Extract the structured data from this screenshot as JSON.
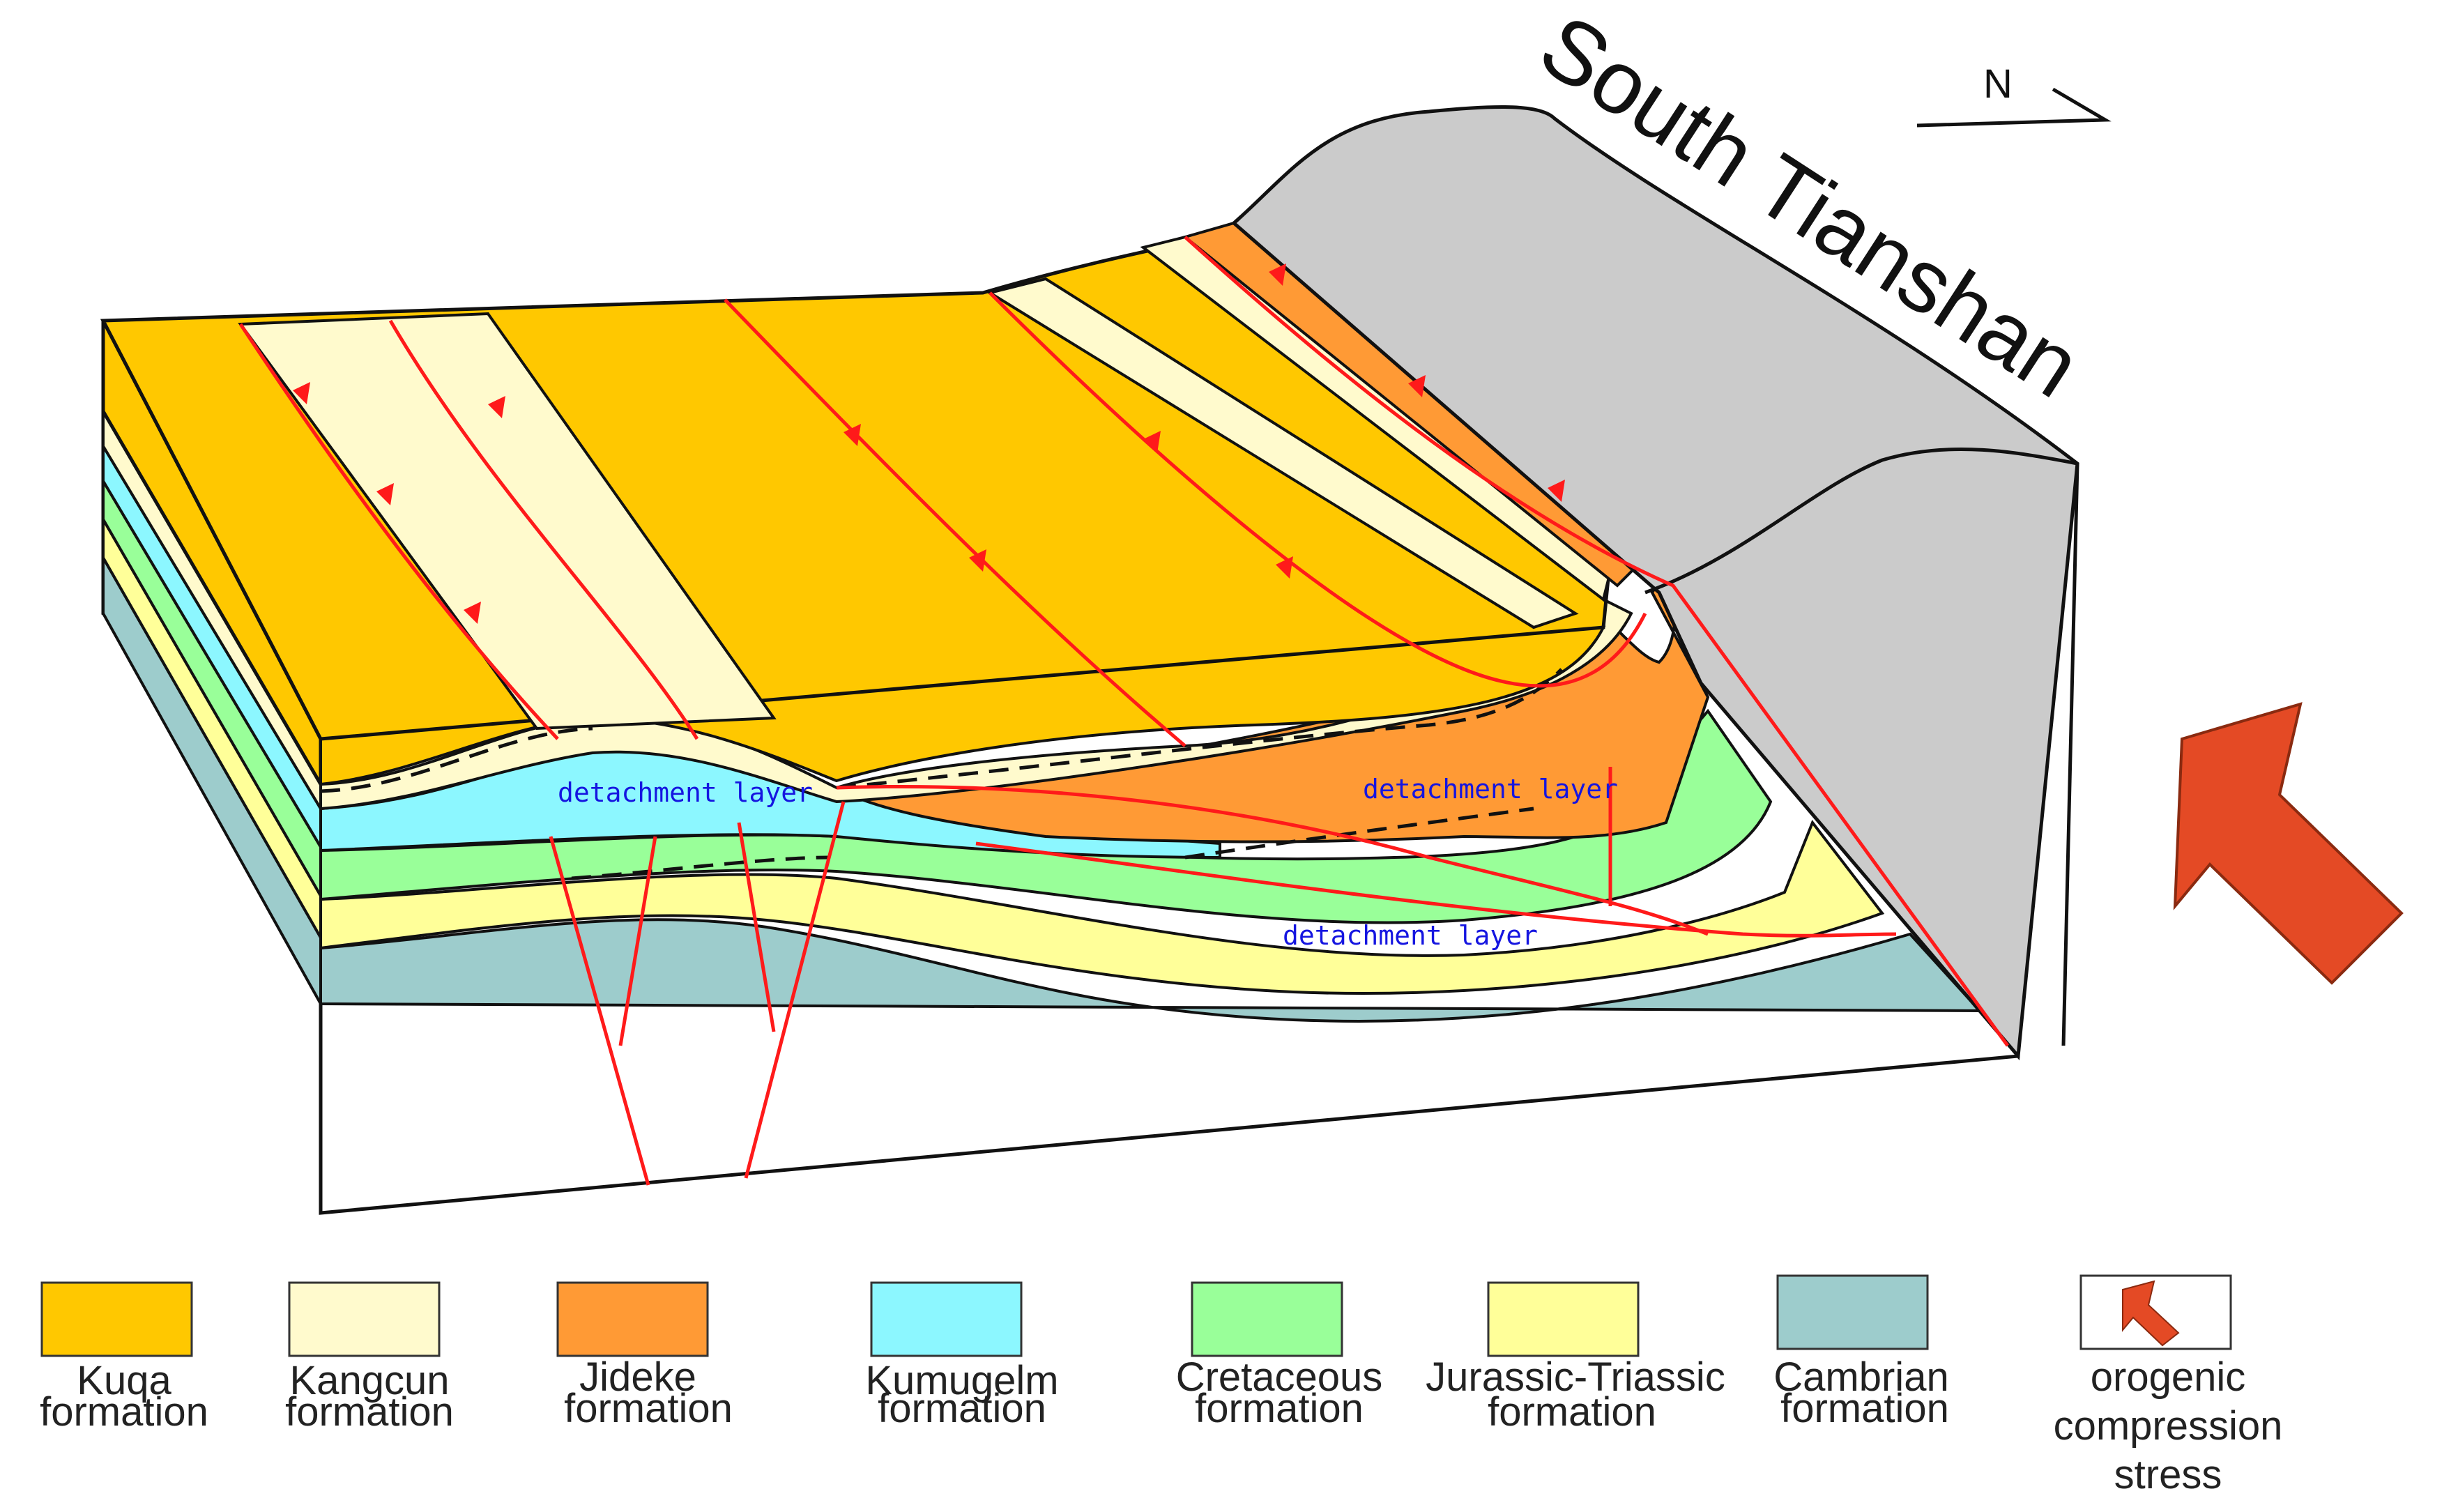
{
  "title": "South Tianshan",
  "north_label": "N",
  "annotations": {
    "detachment_1": "detachment layer",
    "detachment_2": "detachment layer",
    "detachment_3": "detachment layer"
  },
  "colors": {
    "kuqa": "#FFC800",
    "kangcun": "#FFFACD",
    "jideke": "#FF9A35",
    "kumugelm": "#8CF7FF",
    "cretaceous": "#99FF99",
    "jurassic_triassic": "#FFFF99",
    "cambrian": "#9DCCCC",
    "mountain": "#CBCBCB",
    "fault": "#FF1A1A",
    "stress_arrow": "#E44A25"
  },
  "legend": [
    {
      "id": "kuqa",
      "color": "#FFC800",
      "line1": "Kuqa",
      "line2": "formation"
    },
    {
      "id": "kangcun",
      "color": "#FFFACD",
      "line1": "Kangcun",
      "line2": "formation"
    },
    {
      "id": "jideke",
      "color": "#FF9A35",
      "line1": "Jideke",
      "line2": "formation"
    },
    {
      "id": "kumugelm",
      "color": "#8CF7FF",
      "line1": "Kumugelm",
      "line2": "formation"
    },
    {
      "id": "cretaceous",
      "color": "#99FF99",
      "line1": "Cretaceous",
      "line2": "formation"
    },
    {
      "id": "jurassic_triassic",
      "color": "#FFFF99",
      "line1": "Jurassic-Triassic",
      "line2": "formation"
    },
    {
      "id": "cambrian",
      "color": "#9DCCCC",
      "line1": "Cambrian",
      "line2": "formation"
    },
    {
      "id": "stress",
      "color": "#E44A25",
      "line1": "orogenic",
      "line2": "compression",
      "line3": "stress"
    }
  ]
}
